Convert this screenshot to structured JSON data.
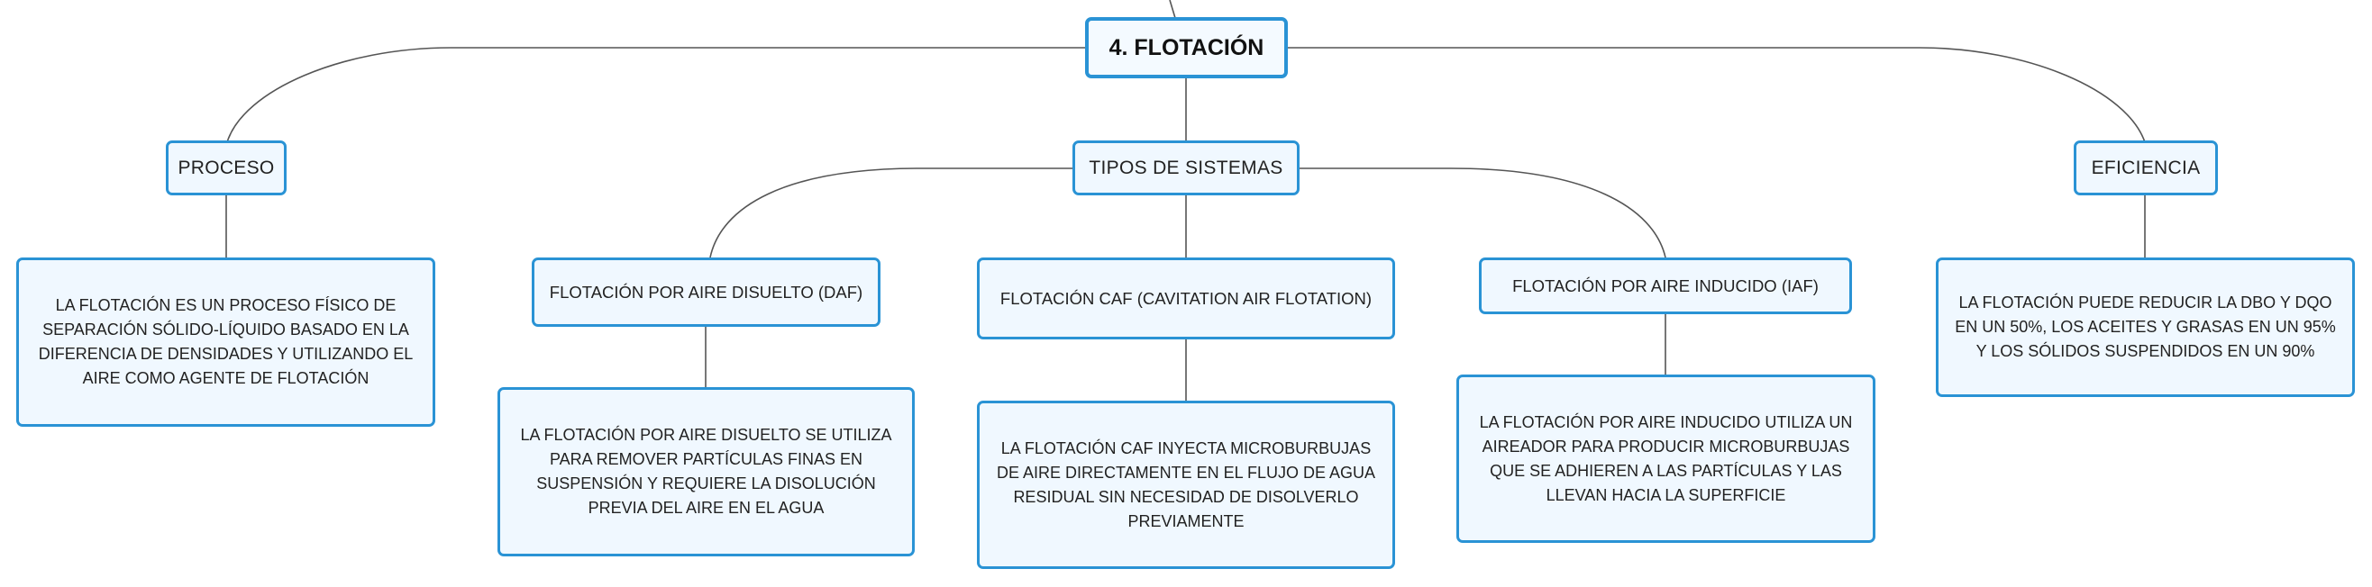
{
  "root": {
    "label": "4. FLOTACIÓN"
  },
  "topics": {
    "proceso": {
      "label": "PROCESO",
      "detail": "LA FLOTACIÓN ES UN PROCESO FÍSICO DE SEPARACIÓN SÓLIDO-LÍQUIDO BASADO EN LA DIFERENCIA DE DENSIDADES Y UTILIZANDO EL AIRE COMO AGENTE DE FLOTACIÓN"
    },
    "tipos": {
      "label": "TIPOS DE SISTEMAS",
      "systems": [
        {
          "label": "FLOTACIÓN POR AIRE DISUELTO (DAF)",
          "detail": "LA FLOTACIÓN POR AIRE DISUELTO SE UTILIZA PARA REMOVER PARTÍCULAS FINAS EN SUSPENSIÓN Y REQUIERE LA DISOLUCIÓN PREVIA DEL AIRE EN EL AGUA"
        },
        {
          "label": "FLOTACIÓN CAF (CAVITATION AIR FLOTATION)",
          "detail": "LA FLOTACIÓN CAF INYECTA MICROBURBUJAS DE AIRE DIRECTAMENTE EN EL FLUJO DE AGUA RESIDUAL SIN NECESIDAD DE DISOLVERLO PREVIAMENTE"
        },
        {
          "label": "FLOTACIÓN POR AIRE INDUCIDO (IAF)",
          "detail": "LA FLOTACIÓN POR AIRE INDUCIDO UTILIZA UN AIREADOR PARA PRODUCIR MICROBURBUJAS QUE SE ADHIEREN A LAS PARTÍCULAS Y LAS LLEVAN HACIA LA SUPERFICIE"
        }
      ]
    },
    "eficiencia": {
      "label": "EFICIENCIA",
      "detail": "LA FLOTACIÓN PUEDE REDUCIR LA DBO Y DQO EN UN 50%, LOS ACEITES Y GRASAS EN UN 95% Y LOS SÓLIDOS SUSPENDIDOS EN UN 90%"
    }
  },
  "colors": {
    "node_border": "#2a93d5",
    "node_fill": "#f0f8ff",
    "connector": "#555555"
  }
}
